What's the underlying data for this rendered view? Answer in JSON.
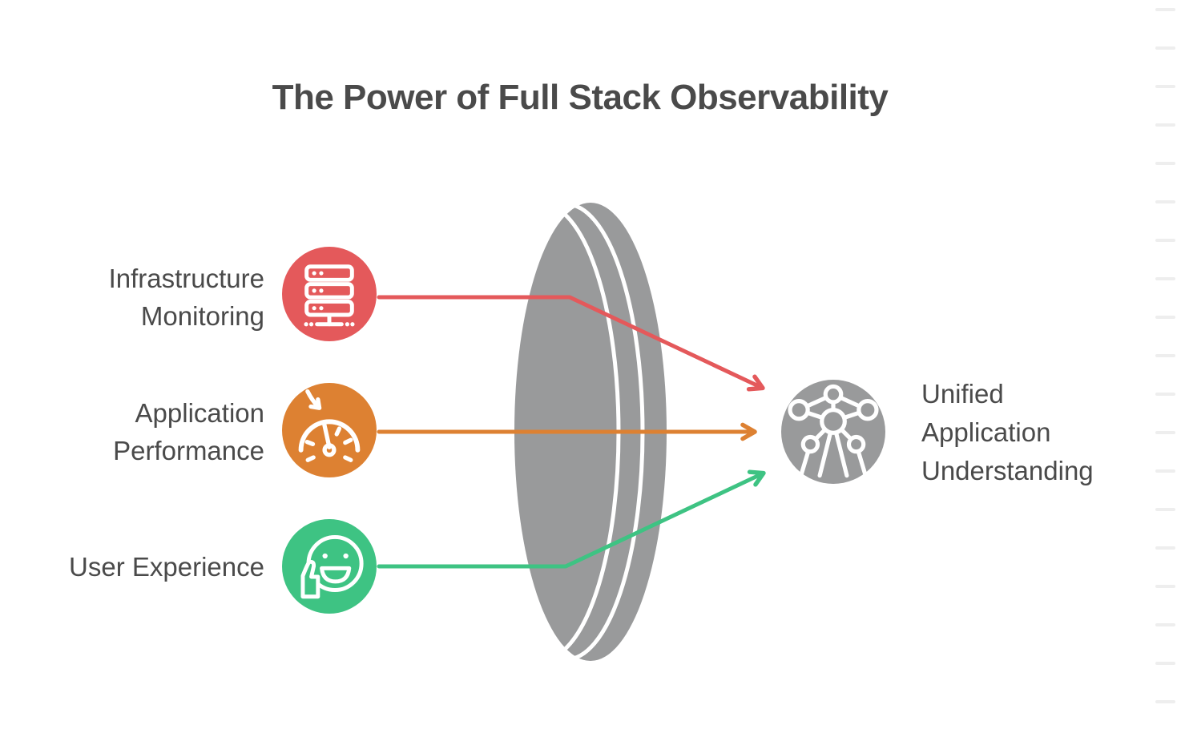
{
  "title": "The Power of Full Stack Observability",
  "colors": {
    "red": "#E4595B",
    "orange": "#DD8132",
    "green": "#3EC383",
    "gray": "#999A9B",
    "white": "#FFFFFF",
    "text": "#4A4A4A"
  },
  "inputs": [
    {
      "id": "infrastructure-monitoring",
      "lines": [
        "Infrastructure",
        "Monitoring"
      ],
      "icon": "server-icon",
      "color": "#E4595B"
    },
    {
      "id": "application-performance",
      "lines": [
        "Application",
        "Performance"
      ],
      "icon": "gauge-icon",
      "color": "#DD8132"
    },
    {
      "id": "user-experience",
      "lines": [
        "User Experience"
      ],
      "icon": "smiley-thumbs-up-icon",
      "color": "#3EC383"
    }
  ],
  "output": {
    "id": "unified-application-understanding",
    "lines": [
      "Unified",
      "Application",
      "Understanding"
    ],
    "icon": "network-nodes-icon",
    "color": "#999A9B"
  },
  "decor": {
    "right_edge_tick_count": 19,
    "first_tick_y": 10,
    "tick_spacing": 48
  }
}
